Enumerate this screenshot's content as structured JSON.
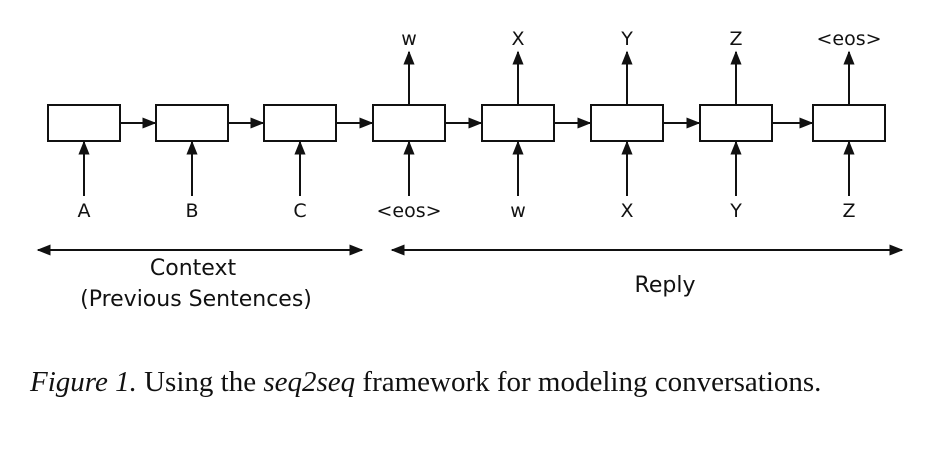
{
  "diagram": {
    "cells": [
      {
        "input": "A",
        "output": ""
      },
      {
        "input": "B",
        "output": ""
      },
      {
        "input": "C",
        "output": ""
      },
      {
        "input": "<eos>",
        "output": "w"
      },
      {
        "input": "w",
        "output": "X"
      },
      {
        "input": "X",
        "output": "Y"
      },
      {
        "input": "Y",
        "output": "Z"
      },
      {
        "input": "Z",
        "output": "<eos>"
      }
    ],
    "context_label_line1": "Context",
    "context_label_line2": "(Previous Sentences)",
    "reply_label": "Reply"
  },
  "caption": {
    "figure_label": "Figure 1.",
    "text_before": " Using the ",
    "emphasis": "seq2seq",
    "text_after": " framework for modeling conversations."
  }
}
